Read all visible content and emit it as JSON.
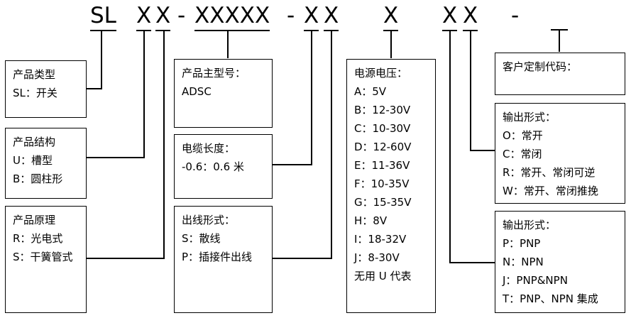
{
  "code": {
    "sl": "SL",
    "x1": "X",
    "x2": "X",
    "dash1": "-",
    "xxxxx": "XXXXX",
    "dash2": "-",
    "x3": "X",
    "x4": "X",
    "x5": "X",
    "x6": "X",
    "x7": "X",
    "dash3": "-"
  },
  "boxes": {
    "product_type": {
      "title": "产品类型",
      "lines": [
        "SL：开关"
      ]
    },
    "product_structure": {
      "title": "产品结构",
      "lines": [
        "U：槽型",
        "B：圆柱形"
      ]
    },
    "product_principle": {
      "title": "产品原理",
      "lines": [
        "R：光电式",
        "S：干簧管式"
      ]
    },
    "main_model": {
      "title": "产品主型号：",
      "lines": [
        "ADSC"
      ]
    },
    "cable_length": {
      "title": "电缆长度：",
      "lines": [
        "-0.6：0.6 米"
      ]
    },
    "wiring": {
      "title": "出线形式：",
      "lines": [
        "S：散线",
        "P：插接件出线"
      ]
    },
    "power_voltage": {
      "title": "电源电压：",
      "lines": [
        "A：5V",
        "B：12-30V",
        "C：10-30V",
        "D：12-60V",
        "E：11-36V",
        "F：10-35V",
        "G：15-35V",
        "H：8V",
        "I：18-32V",
        "J：8-30V",
        "无用 U 代表"
      ]
    },
    "custom_code": {
      "title": "客户定制代码：",
      "lines": []
    },
    "output_form_1": {
      "title": "输出形式：",
      "lines": [
        "O：常开",
        "C：常闭",
        "R：常开、常闭可逆",
        "W：常开、常闭推挽"
      ]
    },
    "output_form_2": {
      "title": "输出形式：",
      "lines": [
        "P：PNP",
        "N：NPN",
        "J：PNP&NPN",
        "T：PNP、NPN 集成"
      ]
    }
  }
}
